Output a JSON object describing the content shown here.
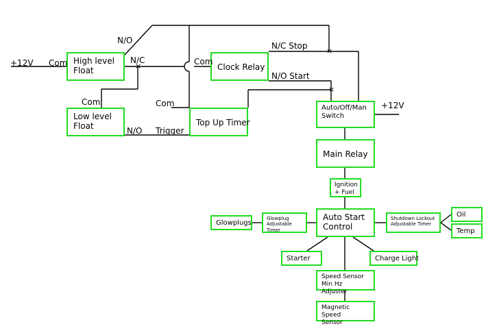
{
  "boxes": {
    "high_level_float": "High level\nFloat",
    "low_level_float": "Low level\nFloat",
    "clock_relay": "Clock Relay",
    "top_up_timer": "Top Up Timer",
    "auto_off_man_switch": "Auto/Off/Man\nSwitch",
    "main_relay": "Main Relay",
    "ignition_fuel": "Ignition\n+ Fuel",
    "auto_start_control": "Auto Start\nControl",
    "glowplugs": "Glowplugs",
    "glowplug_timer": "Glowplug\nAdjustable Timer",
    "shutdown_timer": "Shutdown Lockout\nAdjustable Timer",
    "oil": "Oil",
    "temp": "Temp",
    "starter": "Starter",
    "charge_light": "Charge Light",
    "speed_sensor": "Speed Sensor\nMin Hz Adjuster",
    "magnetic_speed_sensor": "Magnetic Speed\nSensor"
  },
  "labels": {
    "supply_left": "+12V",
    "com_high_float": "Com",
    "nc_high_float": "N/C",
    "no_top": "N/O",
    "com_low_float": "Com",
    "com_clock_relay": "Com",
    "nc_stop": "N/C Stop",
    "no_start": "N/O Start",
    "com_top_up_timer": "Com",
    "no_low_float": "N/O",
    "trigger": "Trigger",
    "supply_right": "+12V"
  }
}
